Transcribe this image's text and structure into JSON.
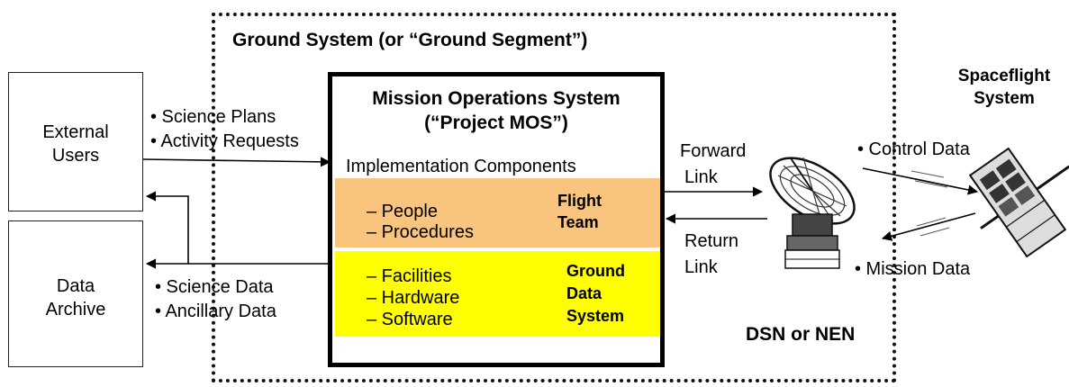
{
  "ground_system": {
    "title": "Ground System (or “Ground Segment”)",
    "network_label": "DSN or NEN"
  },
  "external_users": {
    "line1": "External",
    "line2": "Users"
  },
  "data_archive": {
    "line1": "Data",
    "line2": "Archive"
  },
  "inputs": {
    "science_plans": "• Science Plans",
    "activity_requests": "• Activity Requests"
  },
  "outputs": {
    "science_data": "• Science Data",
    "ancillary_data": "• Ancillary Data"
  },
  "mos": {
    "title_line1": "Mission Operations System",
    "title_line2": "(“Project MOS”)",
    "components_label": "Implementation Components",
    "flight_team": {
      "items": [
        "–    People",
        "–    Procedures"
      ],
      "label_line1": "Flight",
      "label_line2": "Team",
      "color": "#f9c47d"
    },
    "ground_data_system": {
      "items": [
        "–    Facilities",
        "–    Hardware",
        "–    Software"
      ],
      "label_line1": "Ground",
      "label_line2": "Data",
      "label_line3": "System",
      "color": "#ffff00"
    }
  },
  "links": {
    "forward_line1": "Forward",
    "forward_line2": "Link",
    "return_line1": "Return",
    "return_line2": "Link"
  },
  "spaceflight": {
    "title_line1": "Spaceflight",
    "title_line2": "System",
    "control_data": "• Control Data",
    "mission_data": "• Mission Data"
  },
  "icons": [
    "antenna-dish-icon",
    "spacecraft-icon"
  ]
}
